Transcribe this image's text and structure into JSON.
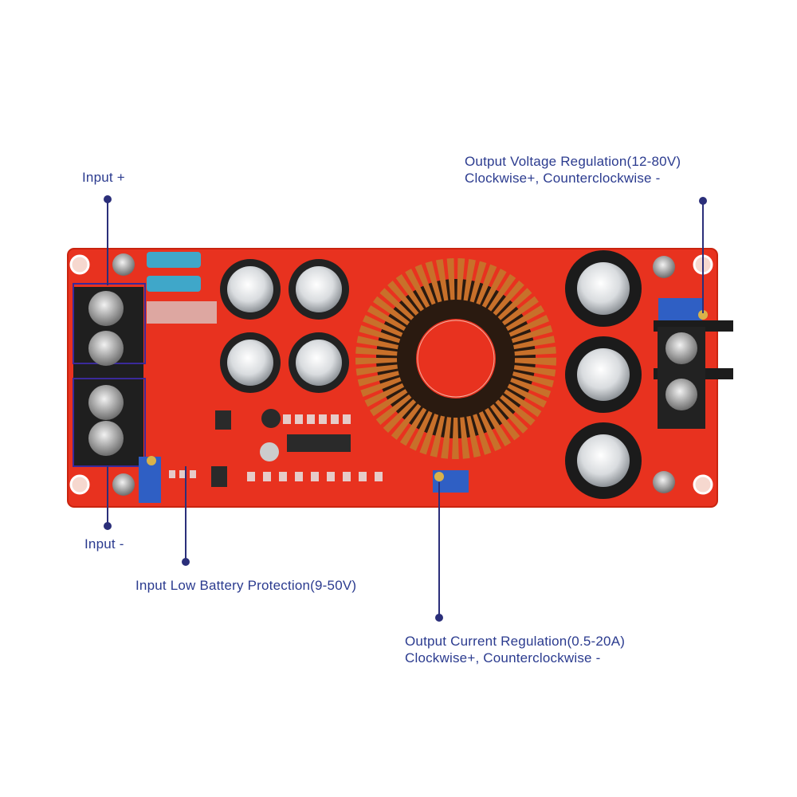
{
  "annotations": {
    "input_plus": "Input +",
    "input_minus": "Input -",
    "low_battery": "Input Low Battery Protection(9-50V)",
    "output_voltage": {
      "line1": "Output Voltage Regulation(12-80V)",
      "line2": "Clockwise+, Counterclockwise -"
    },
    "output_current": {
      "line1": "Output Current Regulation(0.5-20A)",
      "line2": "Clockwise+, Counterclockwise -"
    }
  },
  "colors": {
    "label_text": "#2b3b8f",
    "leader_line": "#2b2f7a",
    "pcb": "#e8321f",
    "copper_coil": "#c8702a",
    "pot_blue": "#2f5fc4"
  }
}
